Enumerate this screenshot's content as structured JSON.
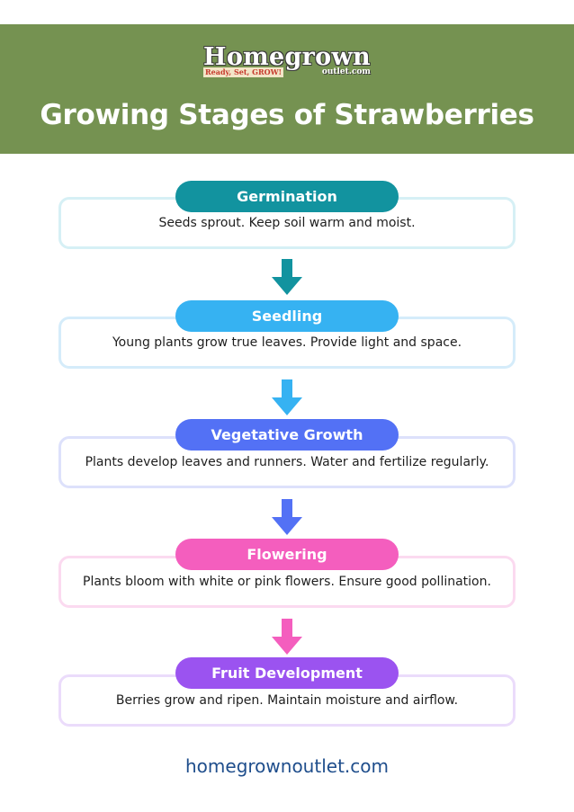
{
  "header": {
    "logo": {
      "name": "Homegrown",
      "tagline": "Ready, Set, GROW!",
      "domain": "outlet.com"
    },
    "title": "Growing Stages of Strawberries"
  },
  "stages": [
    {
      "name": "Germination",
      "description": "Seeds sprout. Keep soil warm and moist.",
      "color": "#12939f",
      "border": "#d6f0f5"
    },
    {
      "name": "Seedling",
      "description": "Young plants grow true leaves. Provide light and space.",
      "color": "#36b2f2",
      "border": "#d5ecfa"
    },
    {
      "name": "Vegetative Growth",
      "description": "Plants develop leaves and runners. Water and fertilize regularly.",
      "color": "#5371f5",
      "border": "#dde1fb"
    },
    {
      "name": "Flowering",
      "description": "Plants bloom with white or pink flowers. Ensure good pollination.",
      "color": "#f45ebe",
      "border": "#fbdaf0"
    },
    {
      "name": "Fruit Development",
      "description": "Berries grow and ripen. Maintain moisture and airflow.",
      "color": "#9b53f0",
      "border": "#ebdcfb"
    }
  ],
  "arrows": [
    {
      "icon": "down-arrow-icon",
      "color": "#12939f"
    },
    {
      "icon": "down-arrow-icon",
      "color": "#36b2f2"
    },
    {
      "icon": "down-arrow-icon",
      "color": "#5371f5"
    },
    {
      "icon": "down-arrow-icon",
      "color": "#f45ebe"
    }
  ],
  "footer": {
    "url": "homegrownoutlet.com"
  }
}
